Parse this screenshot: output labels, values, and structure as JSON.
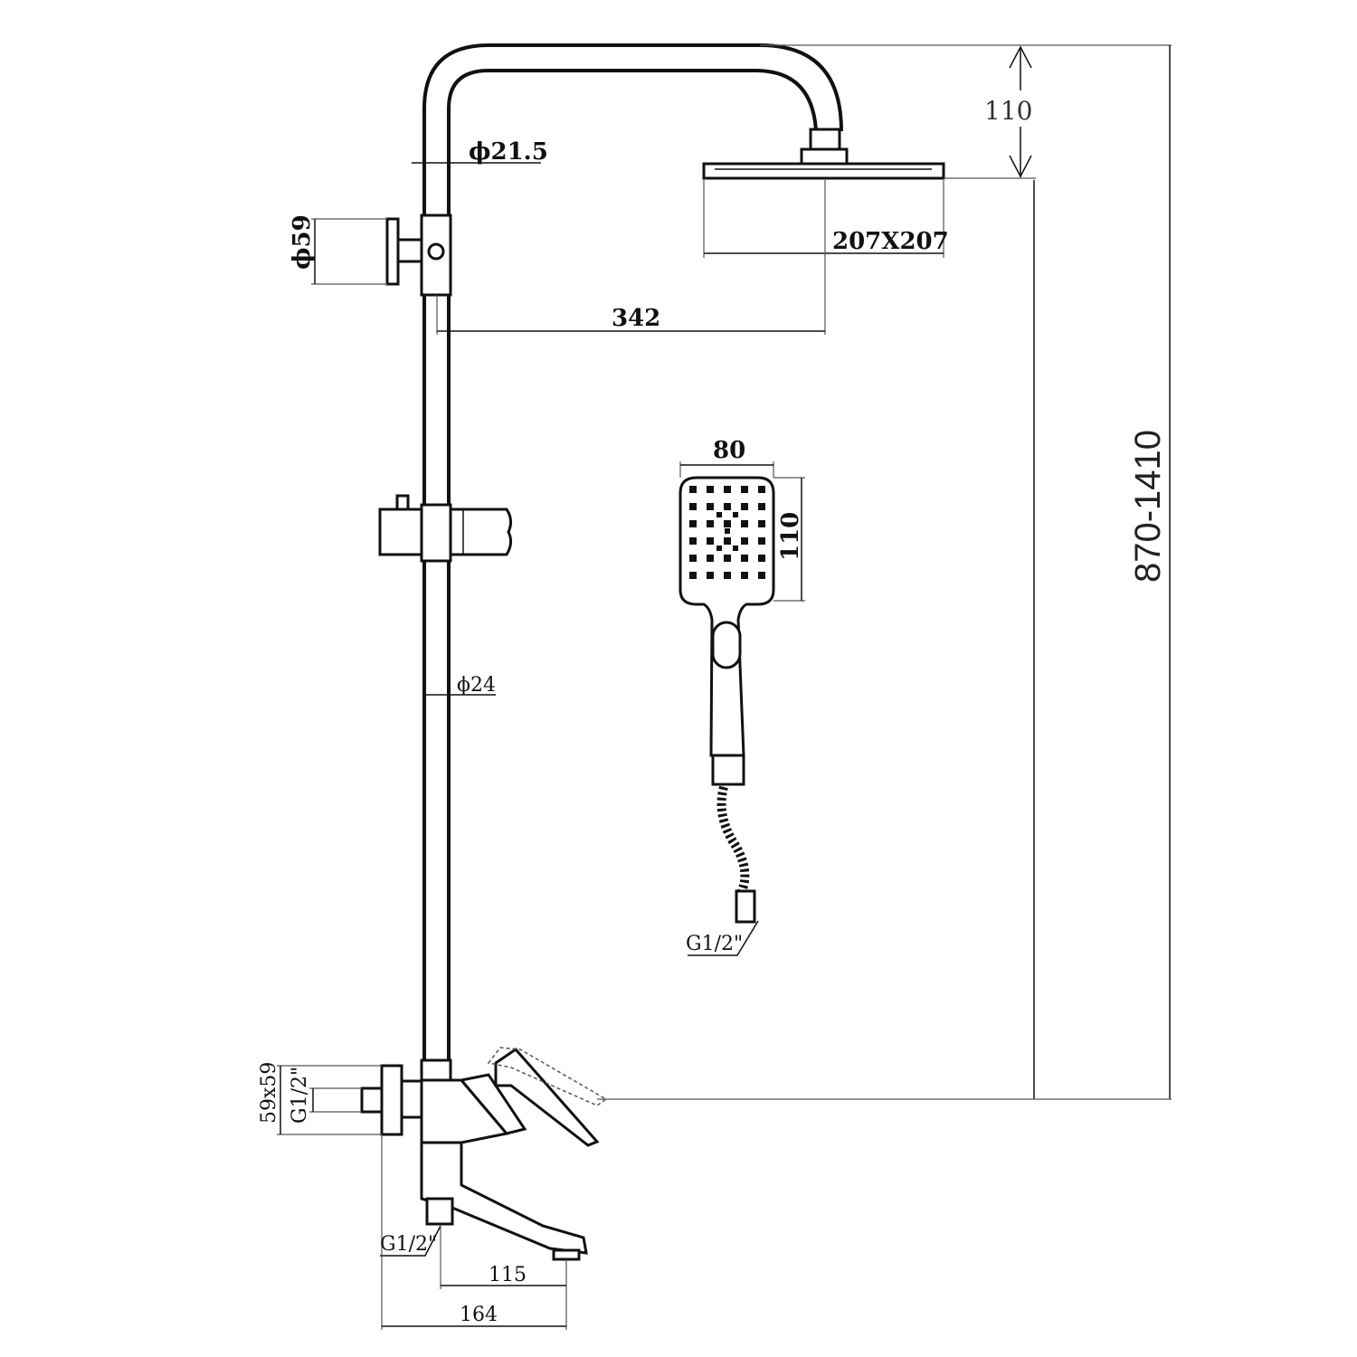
{
  "drawing": {
    "dimensions": {
      "arm_height": "110",
      "pipe_diameter_top": "ϕ21.5",
      "head_size": "207X207",
      "wall_mount_diameter": "ϕ59",
      "arm_reach": "342",
      "hand_shower_width": "80",
      "hand_shower_head_height": "110",
      "total_height": "870-1410",
      "rail_diameter": "ϕ24",
      "hose_thread": "G1/2\"",
      "mixer_plate": "59x59",
      "mixer_thread": "G1/2\"",
      "spout_thread": "G1/2\"",
      "spout_length": "115",
      "mixer_depth": "164"
    }
  }
}
